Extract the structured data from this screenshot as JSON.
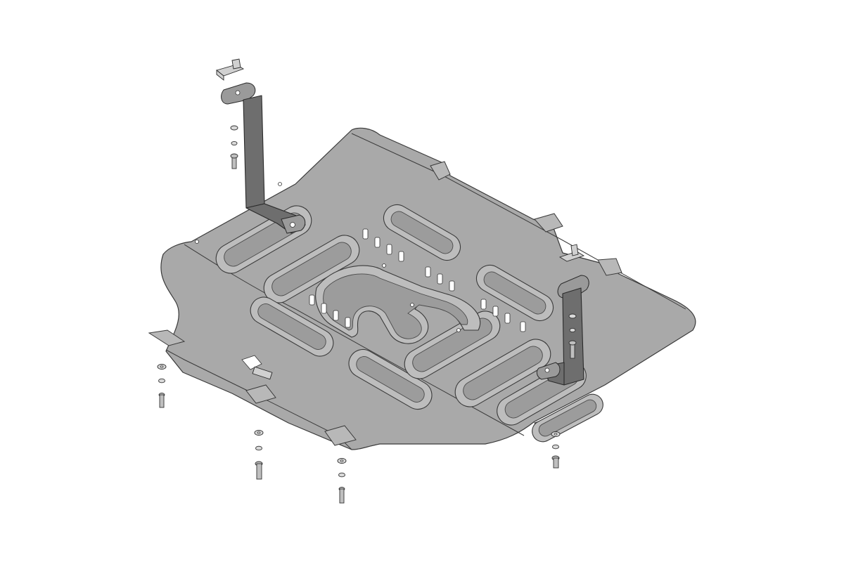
{
  "figure": {
    "kind": "technical-drawing",
    "subject": "underbody-skid-plate-with-mounting-hardware",
    "colors": {
      "background": "#ffffff",
      "plate": "#a9a9a9",
      "bracket": "#6e6e6e",
      "outline": "#3a3a3a",
      "hardware": "#d9d9d9"
    },
    "parts": [
      "skid-plate",
      "left-mounting-bracket",
      "right-mounting-bracket",
      "bracket-clip-nut",
      "washers",
      "bolts"
    ]
  }
}
